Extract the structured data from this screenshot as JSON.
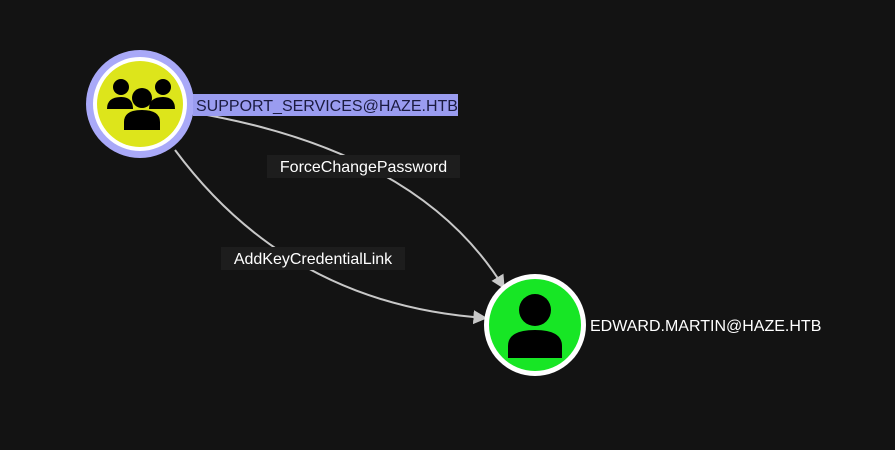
{
  "colors": {
    "background": "#131313",
    "group_fill": "#dde51b",
    "group_ring": "#a9a9f8",
    "user_fill": "#17e625",
    "user_ring": "#ffffff",
    "selected_label_bg": "#9a9cf0",
    "selected_label_text": "#1b1b40",
    "edge_label_bg": "#1d1d1d",
    "edge_stroke": "#c8c8c8",
    "text": "#ffffff"
  },
  "nodes": {
    "source": {
      "label": "SUPPORT_SERVICES@HAZE.HTB",
      "icon": "group-icon",
      "selected": true
    },
    "target": {
      "label": "EDWARD.MARTIN@HAZE.HTB",
      "icon": "user-icon",
      "selected": false
    }
  },
  "edges": {
    "force_change_password": {
      "label": "ForceChangePassword"
    },
    "add_key_credential_link": {
      "label": "AddKeyCredentialLink"
    }
  }
}
